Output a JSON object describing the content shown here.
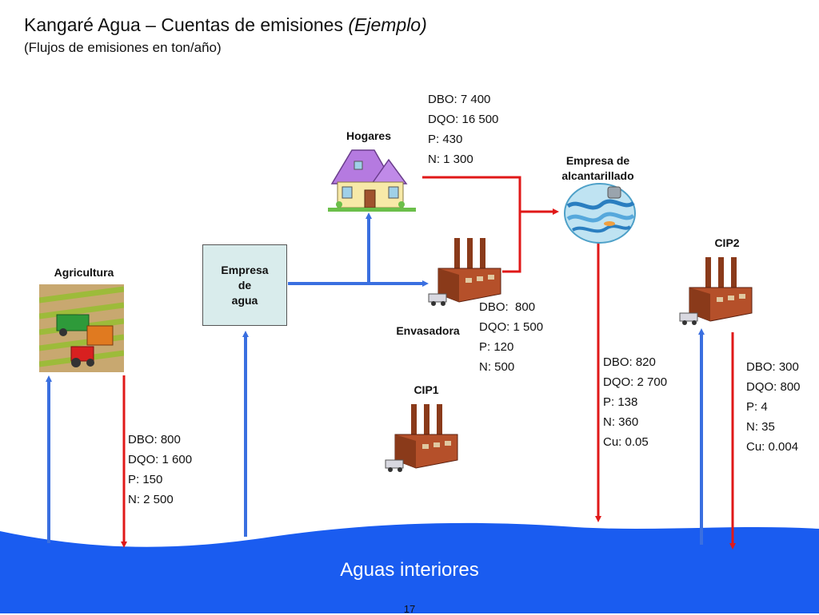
{
  "title": {
    "main": "Kangaré Agua – Cuentas de emisiones",
    "italic": "(Ejemplo)"
  },
  "subtitle": "(Flujos de emisiones en ton/año)",
  "nodes": {
    "hogares": "Hogares",
    "alcantarillado_line1": "Empresa de",
    "alcantarillado_line2": "alcantarillado",
    "agricultura": "Agricultura",
    "empresa_agua_line1": "Empresa",
    "empresa_agua_line2": "de",
    "empresa_agua_line3": "agua",
    "envasadora": "Envasadora",
    "cip1": "CIP1",
    "cip2": "CIP2",
    "water": "Aguas interiores"
  },
  "emissions": {
    "hogares": [
      "DBO: 7 400",
      "DQO: 16 500",
      "P: 430",
      "N: 1 300"
    ],
    "envasadora": [
      "DBO:  800",
      "DQO: 1 500",
      "P: 120",
      "N: 500"
    ],
    "alcantarillado": [
      "DBO: 820",
      "DQO: 2 700",
      "P: 138",
      "N: 360",
      "Cu: 0.05"
    ],
    "cip2": [
      "DBO: 300",
      "DQO: 800",
      "P: 4",
      "N: 35",
      "Cu: 0.004"
    ],
    "agricultura": [
      "DBO: 800",
      "DQO: 1 600",
      "P: 150",
      "N: 2 500"
    ]
  },
  "colors": {
    "inflow_blue": "#3a6fe0",
    "emission_red": "#e01818",
    "water_blue": "#1a5cf0"
  },
  "page_number": "17"
}
